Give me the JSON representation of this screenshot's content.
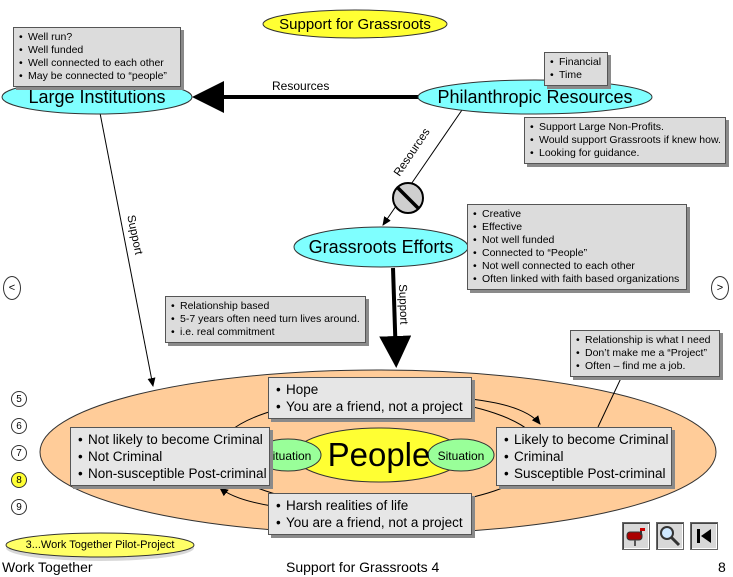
{
  "slide": {
    "title": "Support for Grassroots",
    "footer_left": "Work Together",
    "footer_center": "Support for Grassroots 4",
    "page_number": "8"
  },
  "nodes": {
    "large_institutions": "Large Institutions",
    "philanthropic": "Philanthropic Resources",
    "grassroots": "Grassroots Efforts",
    "people": "People",
    "situation_left": "Situation",
    "situation_right": "Situation"
  },
  "edges": {
    "resources_top": "Resources",
    "resources_diag": "Resources",
    "support_left": "Support",
    "support_center": "Support"
  },
  "notes": {
    "institutions": [
      "Well run?",
      "Well funded",
      "Well connected to each other",
      "May be connected to “people”"
    ],
    "phil_top": [
      "Financial",
      "Time"
    ],
    "phil_bottom": [
      "Support Large Non-Profits.",
      "Would support Grassroots if knew how.",
      "Looking for guidance."
    ],
    "grassroots": [
      "Creative",
      "Effective",
      "Not well funded",
      "Connected to “People”",
      "Not well connected to each other",
      "Often linked with faith based organizations"
    ],
    "relationship": [
      "Relationship based",
      "5-7 years often need turn lives around.",
      "i.e. real commitment"
    ],
    "need": [
      "Relationship is what I need",
      "Don’t make me a “Project”",
      "Often – find me a job."
    ]
  },
  "cycle": {
    "top": [
      "Hope",
      "You are a friend, not a project"
    ],
    "bottom": [
      "Harsh realities of life",
      "You are a friend, not a project"
    ],
    "left": [
      "Not likely to become Criminal",
      "Not Criminal",
      "Non-susceptible Post-criminal"
    ],
    "right": [
      "Likely to become Criminal",
      "Criminal",
      "Susceptible Post-criminal"
    ]
  },
  "navigation": {
    "prev": "<",
    "next": ">",
    "pages": [
      "5",
      "6",
      "7",
      "8",
      "9"
    ],
    "current_page": "8",
    "pilot_link": "3...Work Together Pilot-Project"
  },
  "tools": [
    "mailbox-icon",
    "magnifier-icon",
    "skip-back-icon"
  ],
  "colors": {
    "cyan": "#7fffff",
    "yellow": "#ffff33",
    "orange": "#ffcc99",
    "note_gray": "#dcdcdc"
  }
}
